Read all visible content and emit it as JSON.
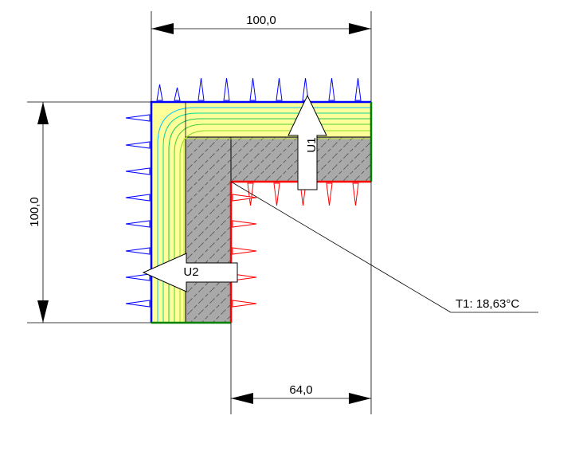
{
  "dimensions": {
    "top_width": "100,0",
    "left_height": "100,0",
    "bottom_width": "64,0"
  },
  "labels": {
    "u1": "U1",
    "u2": "U2",
    "temperature_point": "T1: 18,63°C"
  },
  "colors": {
    "insulation": "#ffff99",
    "masonry": "#a8a8a8",
    "outside_boundary": "#0000ff",
    "inside_boundary": "#ff0000",
    "adiabatic_boundary": "#008000",
    "isotherm": "#22c55e",
    "isotherm_cold": "#00c8ff"
  }
}
